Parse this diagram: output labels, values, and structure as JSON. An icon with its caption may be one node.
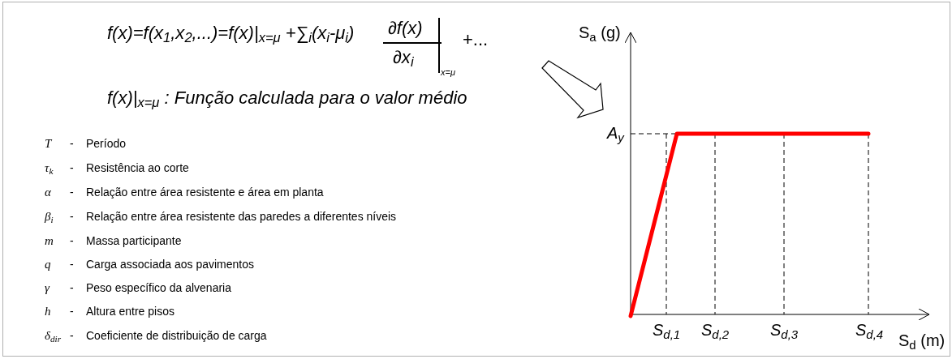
{
  "diagram": {
    "labels": [
      "f(x)=f(x$_{1}$,x$_{2}$,...)=f(x)|$_{x=μ}$ +∑$_{i}$(x$_{i}$-μ$_{i}$)",
      "∂f(x)",
      "∂x$_{i}$",
      "x=μ",
      "+...",
      "f(x)|$_{x=μ}$ : Função calculada para o valor médio",
      "T",
      "-",
      "Período",
      "τ$_{k}$",
      "-",
      "Resistência ao corte",
      "α",
      "-",
      "Relação entre área resistente e área em planta",
      "β$_{i}$",
      "-",
      "Relação entre área resistente das paredes a diferentes níveis",
      "m",
      "-",
      "Massa participante",
      "q",
      "-",
      "Carga associada aos pavimentos",
      "γ",
      "-",
      "Peso específico da alvenaria",
      "h",
      "-",
      "Altura entre pisos",
      "δ$_{dir}$",
      "-",
      "Coeficiente de distribuição de carga",
      "S$_{a}$ (g)",
      "A$_{y}$",
      "S$_{d,1}$",
      "S$_{d,2}$",
      "S$_{d,3}$",
      "S$_{d,4}$",
      "S$_{d}$ (m)"
    ]
  }
}
